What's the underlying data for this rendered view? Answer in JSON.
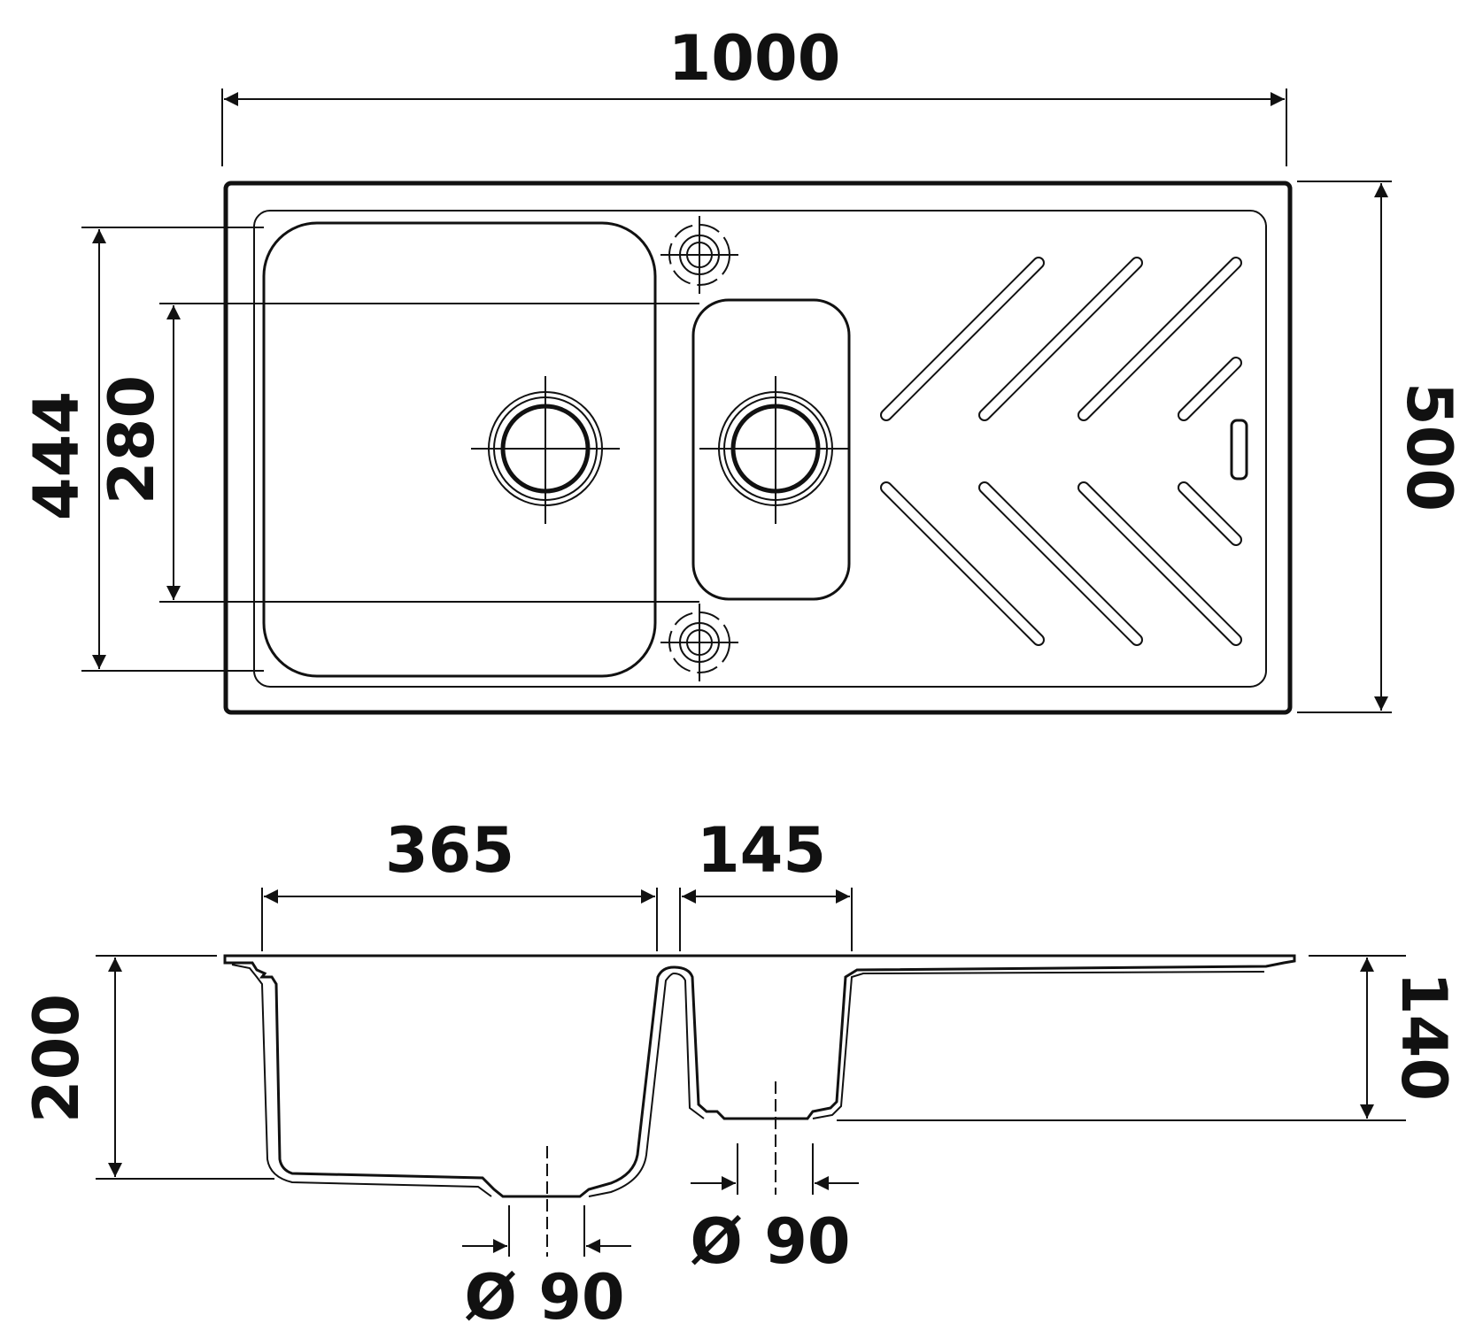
{
  "dimensions": {
    "overall_length": "1000",
    "overall_depth": "500",
    "main_bowl_outer_depth": "444",
    "main_bowl_inner_depth": "280",
    "main_bowl_width": "365",
    "small_bowl_width": "145",
    "main_bowl_height": "200",
    "small_bowl_height": "140",
    "main_waste_diameter": "Ø 90",
    "small_waste_diameter": "Ø 90"
  },
  "colors": {
    "line": "#111111",
    "background": "#ffffff"
  }
}
